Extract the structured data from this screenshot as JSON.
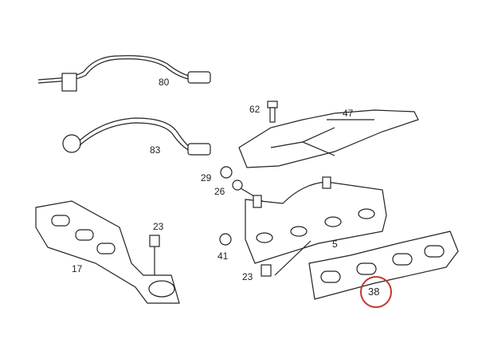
{
  "diagram": {
    "highlight_color": "#c0392b",
    "parts": [
      {
        "id": "80",
        "label": "80"
      },
      {
        "id": "62",
        "label": "62"
      },
      {
        "id": "47",
        "label": "47"
      },
      {
        "id": "83",
        "label": "83"
      },
      {
        "id": "29",
        "label": "29"
      },
      {
        "id": "26",
        "label": "26"
      },
      {
        "id": "23a",
        "label": "23"
      },
      {
        "id": "17",
        "label": "17"
      },
      {
        "id": "41",
        "label": "41"
      },
      {
        "id": "5",
        "label": "5"
      },
      {
        "id": "23b",
        "label": "23"
      },
      {
        "id": "38",
        "label": "38"
      }
    ]
  }
}
